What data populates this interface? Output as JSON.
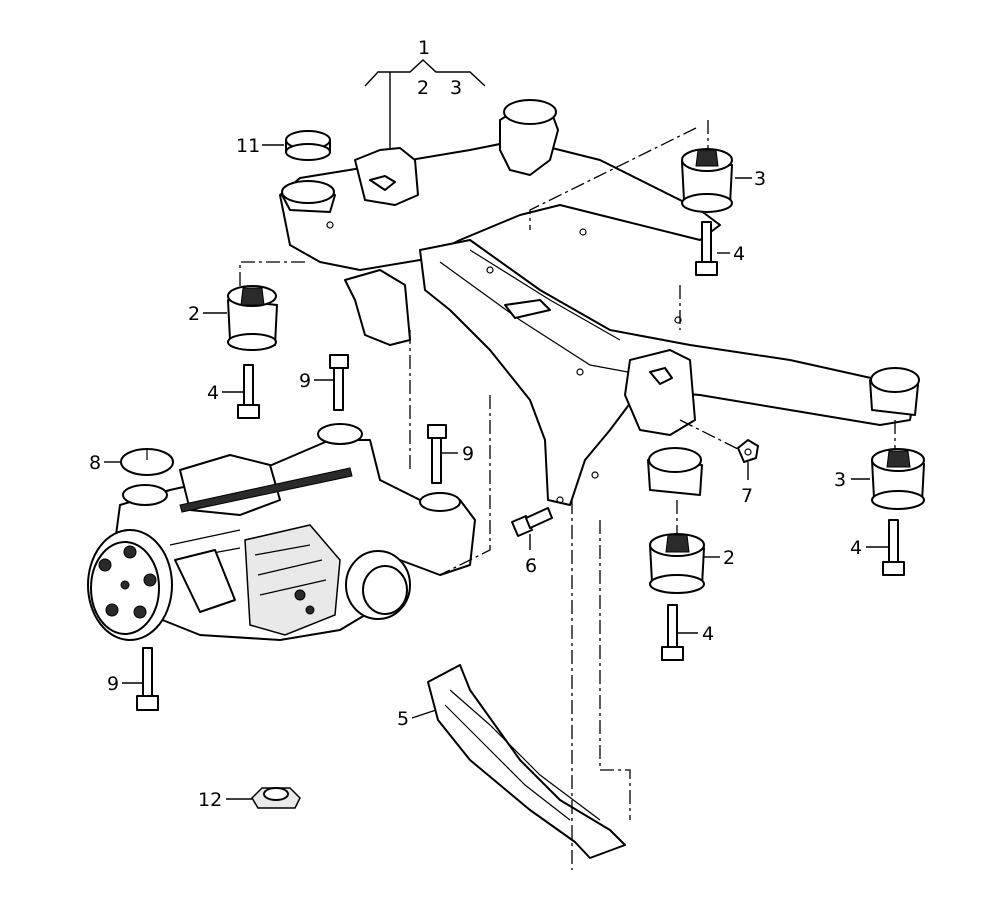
{
  "diagram": {
    "callouts": [
      {
        "id": "c1",
        "text": "1"
      },
      {
        "id": "c1-2",
        "text": "2"
      },
      {
        "id": "c1-3",
        "text": "3"
      },
      {
        "id": "c11",
        "text": "11"
      },
      {
        "id": "c3a",
        "text": "3"
      },
      {
        "id": "c4a",
        "text": "4"
      },
      {
        "id": "c2a",
        "text": "2"
      },
      {
        "id": "c4b",
        "text": "4"
      },
      {
        "id": "c9a",
        "text": "9"
      },
      {
        "id": "c8",
        "text": "8"
      },
      {
        "id": "c9b",
        "text": "9"
      },
      {
        "id": "c7",
        "text": "7"
      },
      {
        "id": "c3b",
        "text": "3"
      },
      {
        "id": "c6",
        "text": "6"
      },
      {
        "id": "c2b",
        "text": "2"
      },
      {
        "id": "c4c",
        "text": "4"
      },
      {
        "id": "c4d",
        "text": "4"
      },
      {
        "id": "c9c",
        "text": "9"
      },
      {
        "id": "c5",
        "text": "5"
      },
      {
        "id": "c12",
        "text": "12"
      }
    ]
  }
}
